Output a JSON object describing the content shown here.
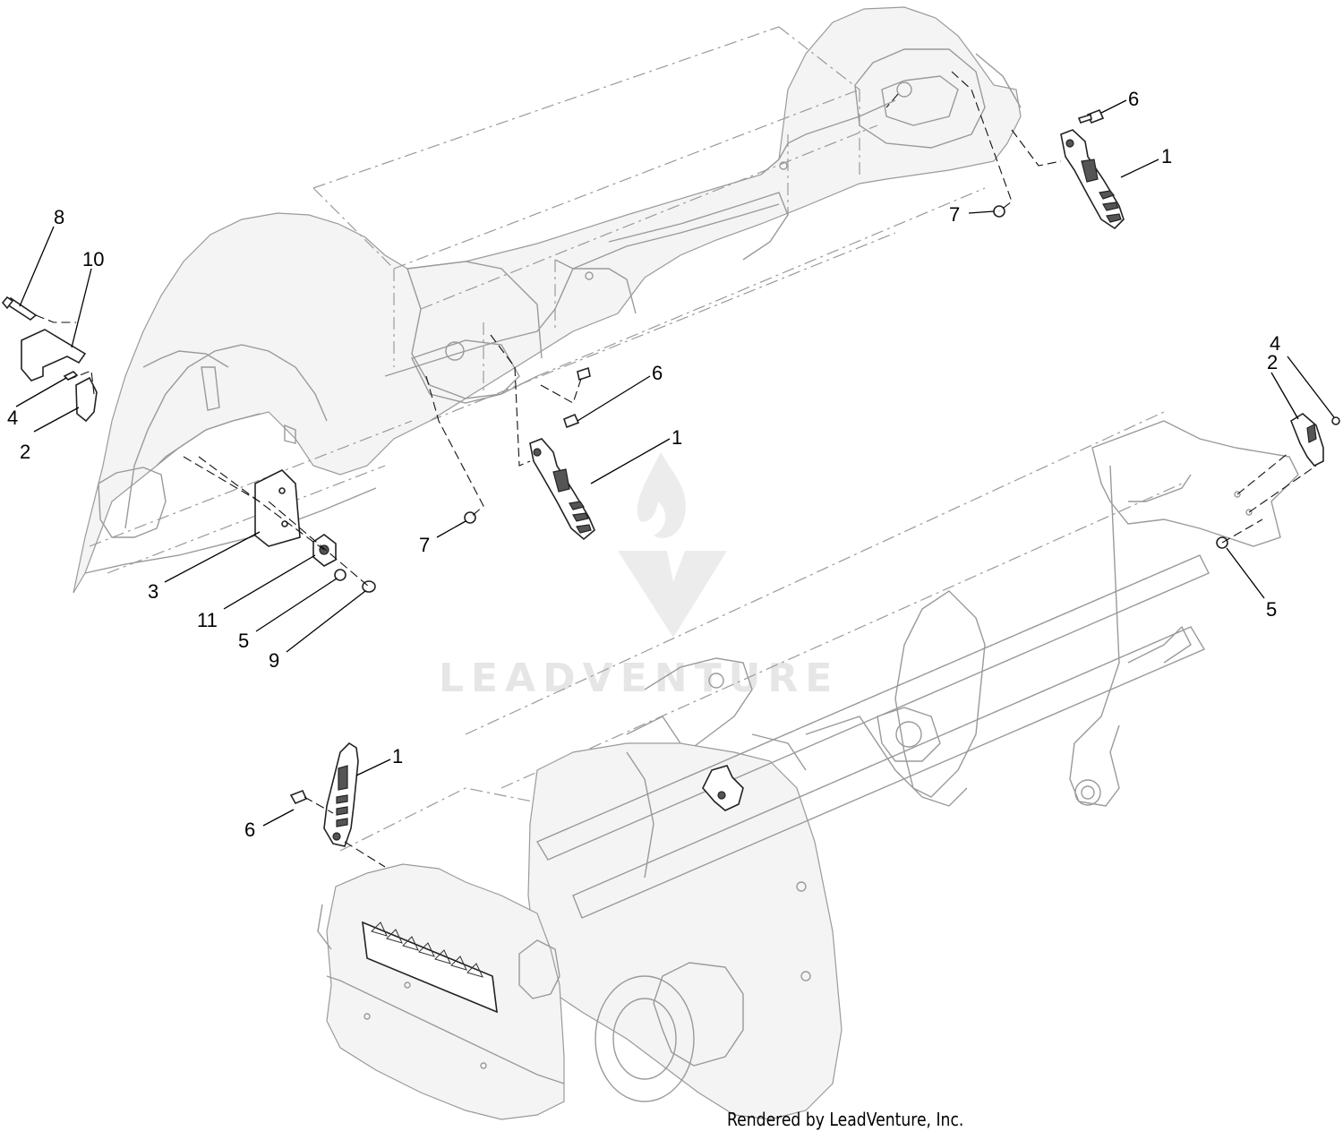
{
  "watermark": {
    "brand": "LEADVENTURE"
  },
  "callouts": [
    {
      "id": "c1",
      "label": "6"
    },
    {
      "id": "c2",
      "label": "1"
    },
    {
      "id": "c3",
      "label": "7"
    },
    {
      "id": "c4",
      "label": "8"
    },
    {
      "id": "c5",
      "label": "10"
    },
    {
      "id": "c6",
      "label": "4"
    },
    {
      "id": "c7",
      "label": "2"
    },
    {
      "id": "c8",
      "label": "6"
    },
    {
      "id": "c9",
      "label": "1"
    },
    {
      "id": "c10",
      "label": "7"
    },
    {
      "id": "c11",
      "label": "3"
    },
    {
      "id": "c12",
      "label": "11"
    },
    {
      "id": "c13",
      "label": "5"
    },
    {
      "id": "c14",
      "label": "9"
    },
    {
      "id": "c15",
      "label": "2"
    },
    {
      "id": "c16",
      "label": "4"
    },
    {
      "id": "c17",
      "label": "5"
    },
    {
      "id": "c18",
      "label": "1"
    },
    {
      "id": "c19",
      "label": "6"
    }
  ],
  "footer": {
    "text": "Rendered by LeadVenture, Inc."
  }
}
